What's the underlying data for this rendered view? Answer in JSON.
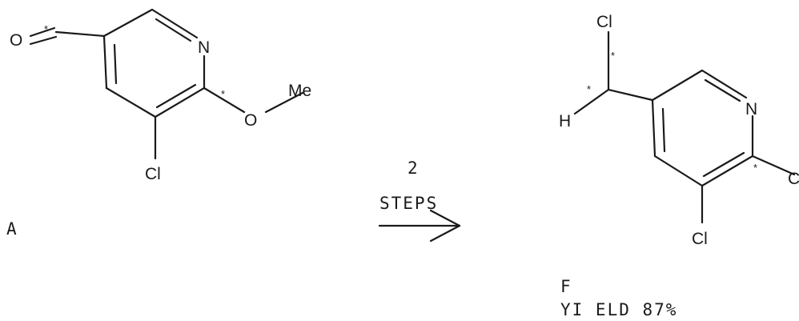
{
  "starting_material": {
    "label": "A",
    "atoms": {
      "aldehyde_oxygen": "O",
      "ring_nitrogen": "N",
      "methoxy_oxygen": "O",
      "methyl": "Me",
      "chlorine": "Cl"
    },
    "marker": "*"
  },
  "reaction": {
    "step_count": "2",
    "step_word": "STEPS"
  },
  "product": {
    "label": "F",
    "yield_text": "YI ELD 87%",
    "atoms": {
      "chloromethyl_chlorine": "Cl",
      "hydrogen": "H",
      "ring_nitrogen": "N",
      "ring_chlorine": "Cl",
      "truncated_substituent": "C"
    },
    "marker": "*"
  }
}
